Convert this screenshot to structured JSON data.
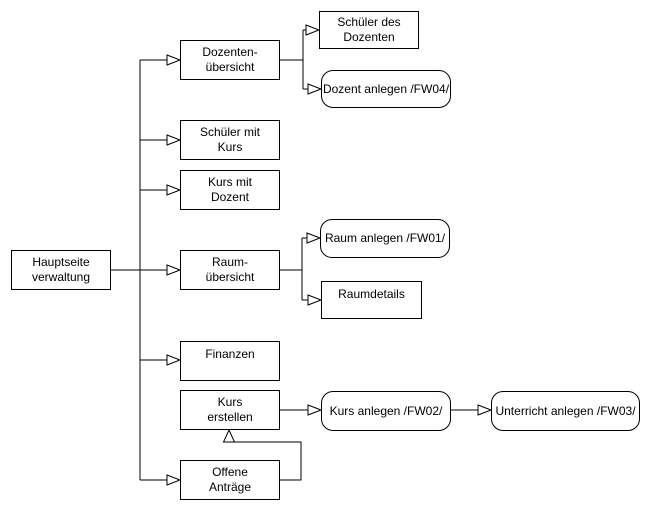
{
  "diagram": {
    "type": "flowchart-sitemap",
    "colors": {
      "background": "#ffffff",
      "node_fill": "#ffffff",
      "node_stroke": "#000000",
      "line": "#000000",
      "text": "#000000"
    },
    "arrow_style": "hollow-triangle",
    "nodes": [
      {
        "id": "hauptseite-verwaltung",
        "label": "Hauptseite\nverwaltung",
        "shape": "rect"
      },
      {
        "id": "dozenten-uebersicht",
        "label": "Dozenten-\nübersicht",
        "shape": "rect"
      },
      {
        "id": "schueler-des-dozenten",
        "label": "Schüler des\nDozenten",
        "shape": "rect"
      },
      {
        "id": "dozent-anlegen-fw04",
        "label": "Dozent anlegen /FW04/",
        "shape": "rounded"
      },
      {
        "id": "schueler-mit-kurs",
        "label": "Schüler mit\nKurs",
        "shape": "rect"
      },
      {
        "id": "kurs-mit-dozent",
        "label": "Kurs mit\nDozent",
        "shape": "rect"
      },
      {
        "id": "raum-uebersicht",
        "label": "Raum-\nübersicht",
        "shape": "rect"
      },
      {
        "id": "raum-anlegen-fw01",
        "label": "Raum anlegen /FW01/",
        "shape": "rounded"
      },
      {
        "id": "raumdetails",
        "label": "Raumdetails",
        "shape": "rect"
      },
      {
        "id": "finanzen",
        "label": "Finanzen",
        "shape": "rect"
      },
      {
        "id": "kurs-erstellen",
        "label": "Kurs\nerstellen",
        "shape": "rect"
      },
      {
        "id": "kurs-anlegen-fw02",
        "label": "Kurs anlegen /FW02/",
        "shape": "rounded"
      },
      {
        "id": "unterricht-anlegen-fw03",
        "label": "Unterricht anlegen /FW03/",
        "shape": "rounded"
      },
      {
        "id": "offene-antraege",
        "label": "Offene\nAnträge",
        "shape": "rect"
      }
    ],
    "edges": [
      {
        "from": "hauptseite-verwaltung",
        "to": "dozenten-uebersicht"
      },
      {
        "from": "hauptseite-verwaltung",
        "to": "schueler-mit-kurs"
      },
      {
        "from": "hauptseite-verwaltung",
        "to": "kurs-mit-dozent"
      },
      {
        "from": "hauptseite-verwaltung",
        "to": "raum-uebersicht"
      },
      {
        "from": "hauptseite-verwaltung",
        "to": "finanzen"
      },
      {
        "from": "hauptseite-verwaltung",
        "to": "offene-antraege"
      },
      {
        "from": "dozenten-uebersicht",
        "to": "schueler-des-dozenten"
      },
      {
        "from": "dozenten-uebersicht",
        "to": "dozent-anlegen-fw04"
      },
      {
        "from": "raum-uebersicht",
        "to": "raum-anlegen-fw01"
      },
      {
        "from": "raum-uebersicht",
        "to": "raumdetails"
      },
      {
        "from": "kurs-erstellen",
        "to": "kurs-anlegen-fw02"
      },
      {
        "from": "kurs-anlegen-fw02",
        "to": "unterricht-anlegen-fw03"
      },
      {
        "from": "offene-antraege",
        "to": "kurs-erstellen"
      }
    ]
  }
}
